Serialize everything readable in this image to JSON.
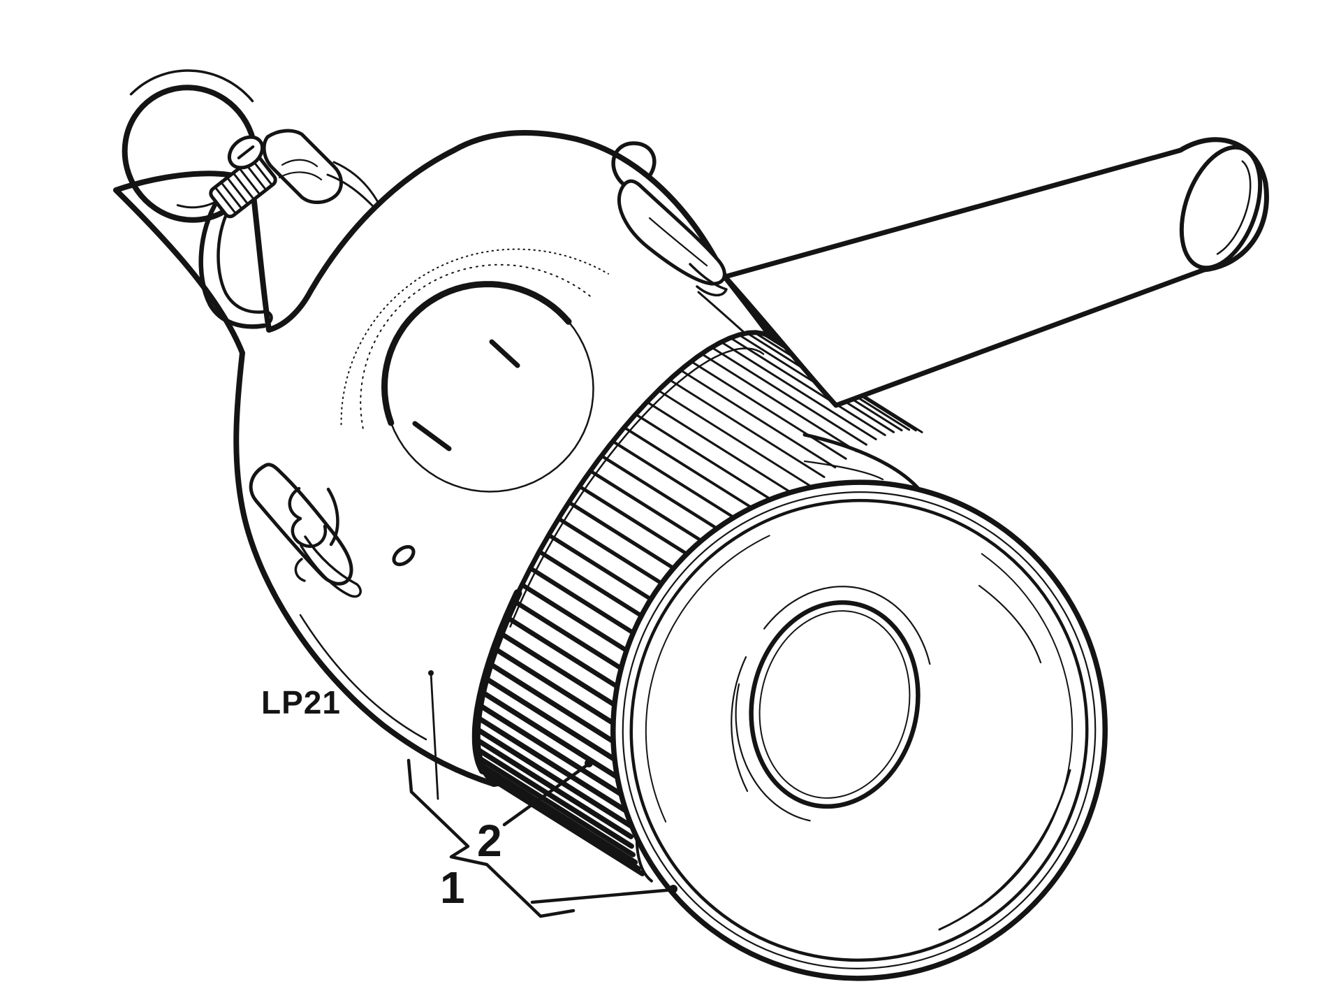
{
  "figure": {
    "labels": {
      "part_code": "LP21",
      "callout_1": "1",
      "callout_2": "2"
    },
    "colors": {
      "ink": "#141414",
      "background": "#ffffff"
    }
  }
}
